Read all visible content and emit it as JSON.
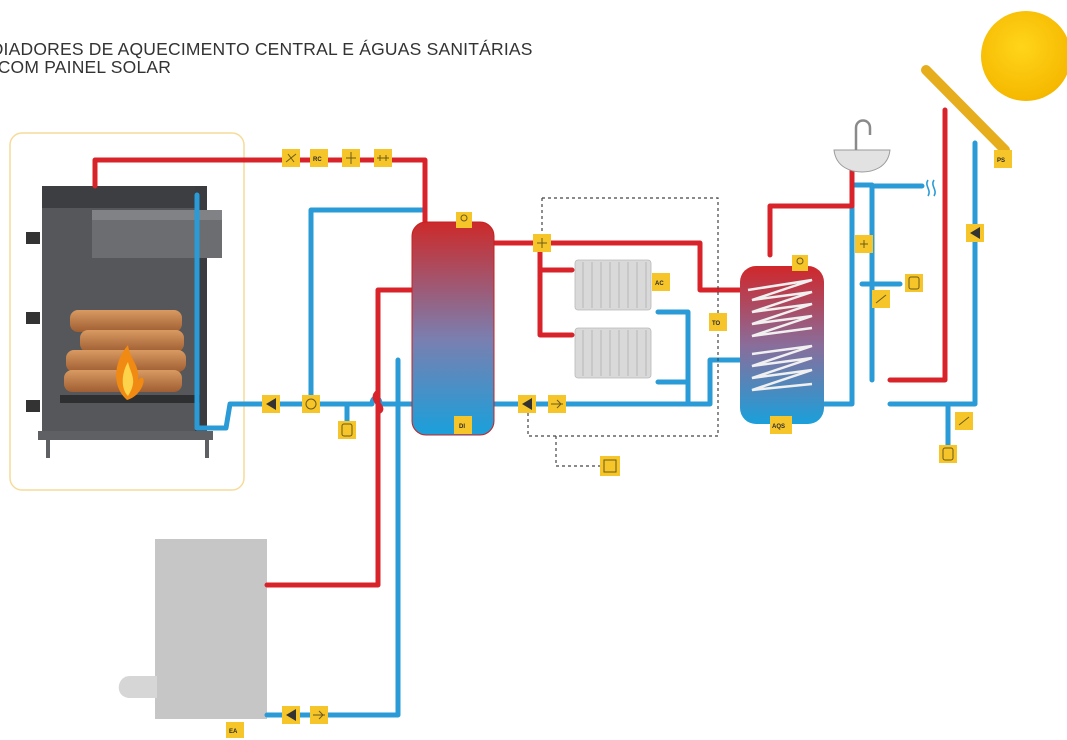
{
  "title": {
    "line1": "RADIADORES DE AQUECIMENTO CENTRAL E ÁGUAS SANITÁRIAS",
    "line2": "DO COM PAINEL SOLAR"
  },
  "labels": {
    "rc": "RC",
    "di": "DI",
    "ac": "AC",
    "to": "TO",
    "aqs": "AQS",
    "ps": "PS",
    "ea": "EA"
  },
  "colors": {
    "hot_pipe": "#d8232a",
    "cold_pipe": "#2a9bd6",
    "component_tag": "#f6c52a",
    "sun": "#f6c400",
    "solar_panel": "#e9b11f",
    "boiler_body": "#4a4c4f",
    "boiler_outline": "#f6dc9a",
    "auxiliary_boiler": "#c9c9c9"
  }
}
